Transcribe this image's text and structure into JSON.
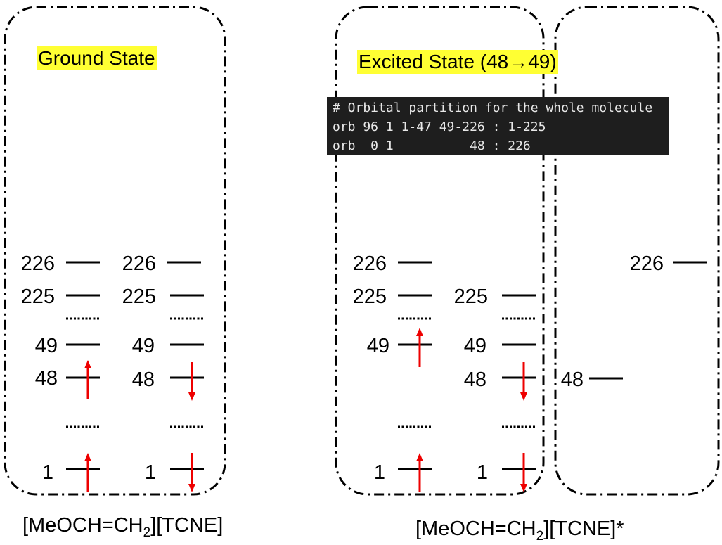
{
  "ground": {
    "title": "Ground State",
    "caption_main": "[MeOCH=CH",
    "caption_sub": "2",
    "caption_end": "][TCNE]",
    "alpha_levels": [
      "226",
      "225",
      "49",
      "48",
      "1"
    ],
    "beta_levels": [
      "226",
      "225",
      "49",
      "48",
      "1"
    ]
  },
  "excited": {
    "title": "Excited State (48→49)",
    "caption_main": "[MeOCH=CH",
    "caption_sub": "2",
    "caption_end": "][TCNE]*",
    "alpha_levels": [
      "226",
      "225",
      "49",
      "1"
    ],
    "beta_levels": [
      "225",
      "49",
      "48",
      "1"
    ],
    "partition_levels": [
      "226",
      "48"
    ]
  },
  "code_lines": [
    "# Orbital partition for the whole molecule",
    "orb 96 1 1-47 49-226 : 1-225",
    "orb  0 1          48 : 226"
  ],
  "colors": {
    "arrow": "#ee0000",
    "highlight": "#ffff33",
    "code_bg": "#1e1e1e"
  }
}
